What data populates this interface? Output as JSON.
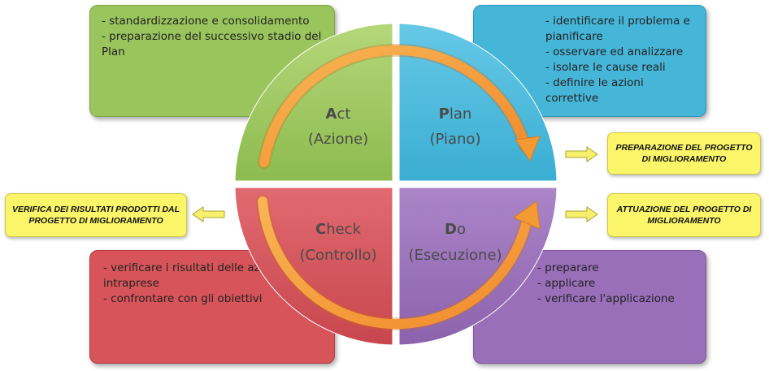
{
  "act": {
    "letter": "A",
    "rest": "ct",
    "subtitle": "(Azione)",
    "color": "#9ac55c",
    "items": [
      "- standardizzazione e consolidamento",
      "- preparazione del successivo stadio del Plan"
    ]
  },
  "plan": {
    "letter": "P",
    "rest": "lan",
    "subtitle": "(Piano)",
    "color": "#46b6d8",
    "items": [
      "- identificare il problema e pianificare",
      "- osservare ed analizzare",
      "- isolare le cause reali",
      "- definire le azioni correttive"
    ]
  },
  "check": {
    "letter": "C",
    "rest": "heck",
    "subtitle": "(Controllo)",
    "color": "#d6545a",
    "items": [
      "- verificare i risultati delle azioni intraprese",
      "- confrontare con gli obiettivi"
    ]
  },
  "do": {
    "letter": "D",
    "rest": "o",
    "subtitle": "(Esecuzione)",
    "color": "#9a6fba",
    "items": [
      "- preparare",
      "- applicare",
      "- verificare l'applicazione"
    ]
  },
  "notes": {
    "preparazione": "PREPARAZIONE DEL PROGETTO DI MIGLIORAMENTO",
    "attuazione": "ATTUAZIONE DEL PROGETTO DI MIGLIORAMENTO",
    "verifica": "VERIFICA DEI RISULTATI PRODOTTI DAL PROGETTO DI MIGLIORAMENTO"
  },
  "colors": {
    "arrow": "#f6a23f",
    "note_bg": "#fbf56a"
  }
}
